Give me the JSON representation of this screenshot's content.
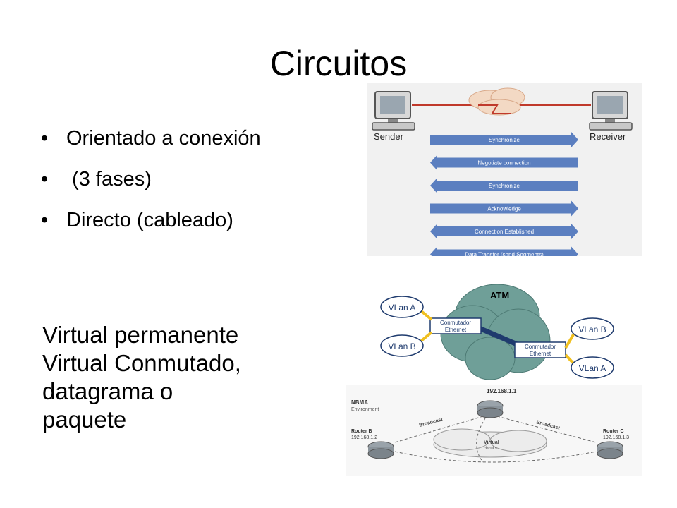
{
  "slide": {
    "title": "Circuitos",
    "bullets": [
      "Orientado a conexión",
      " (3 fases)",
      "Directo (cableado)"
    ],
    "body_lines": [
      "Virtual permanente",
      "Virtual Conmutado,",
      "datagrama o",
      "paquete"
    ]
  },
  "diagram_handshake": {
    "sender_label": "Sender",
    "receiver_label": "Receiver",
    "steps": [
      {
        "label": "Synchronize",
        "direction": "right"
      },
      {
        "label": "Negotiate connection",
        "direction": "left"
      },
      {
        "label": "Synchronize",
        "direction": "left"
      },
      {
        "label": "Acknowledge",
        "direction": "right"
      },
      {
        "label": "Connection Established",
        "direction": "both"
      },
      {
        "label": "Data Transfer (send Segments)",
        "direction": "both"
      }
    ],
    "colors": {
      "arrow": "#5b7fc0",
      "line": "#c0392b",
      "cloud": "#f3d9c4"
    }
  },
  "diagram_atm": {
    "cloud_label": "ATM",
    "switch_label_line1": "Conmutador",
    "switch_label_line2": "Ethernet",
    "vlans_left": [
      "VLan A",
      "VLan B"
    ],
    "vlans_right": [
      "VLan B",
      "VLan A"
    ],
    "colors": {
      "cloud": "#6f9f98",
      "link": "#1f3b6e",
      "stub": "#f0c020",
      "node_border": "#1f3b6e"
    }
  },
  "diagram_nbma": {
    "ip_top": "192.168.1.1",
    "nbma_label_1": "NBMA",
    "nbma_label_2": "Environment",
    "router_b_1": "Router B",
    "router_b_2": "192.168.1.2",
    "router_c_1": "Router C",
    "router_c_2": "192.168.1.3",
    "broadcast_label": "Broadcast",
    "virtual_1": "Virtual",
    "virtual_2": "circuits"
  }
}
